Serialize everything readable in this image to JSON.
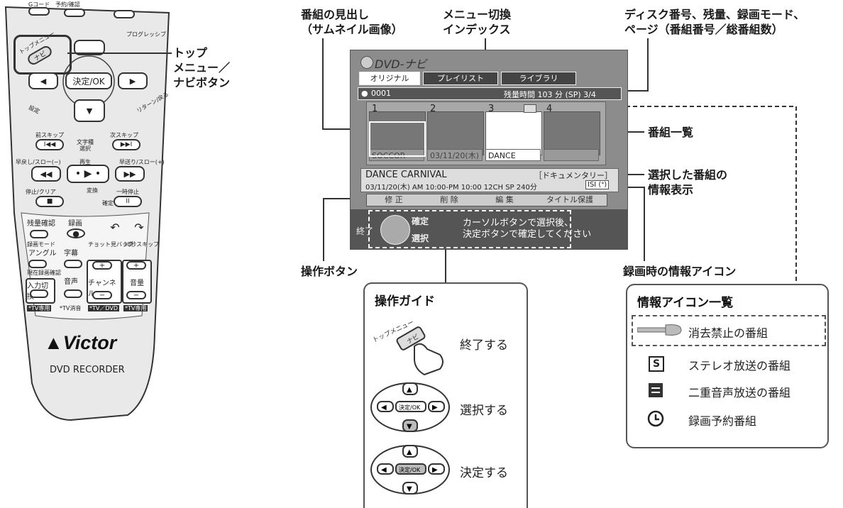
{
  "remote": {
    "labels": {
      "gcode": "Gコード",
      "yoyaku": "予約/確認",
      "progressive": "プログレッシブ",
      "top_menu": "トップメニュー",
      "navi": "ナビ",
      "ok": "決定/OK",
      "settei": "設定",
      "return": "リターン/戻る",
      "prev_skip": "前スキップ",
      "next_skip": "次スキップ",
      "moji_sentaku": "文字種\n選択",
      "slow_minus": "早戻し/スロー(−)",
      "play": "再生",
      "slow_plus": "早送り/スロー(+)",
      "stop_clear": "停止/クリア",
      "henkan": "変換",
      "pause": "一時停止",
      "kakutei": "確定",
      "zanryo": "残量確認",
      "rokuga": "録画",
      "rokuga_mode": "録画モード",
      "chotto_mi": "チョット見バック",
      "skip30": "30秒スキップ",
      "angle": "アングル",
      "jimaku": "字幕",
      "genzai": "現在録画確認",
      "nyuryoku": "入力切換",
      "onsei": "音声",
      "channel": "チャンネル",
      "volume": "音量",
      "tv_only1": "*TV専用",
      "tv_mute": "*TV消音",
      "tv_dvd": "*TV／DVD",
      "tv_only2": "*TV専用",
      "brand": "Victor",
      "model": "DVD RECORDER"
    }
  },
  "callouts": {
    "top_navi": "トップ\nメニュー／\nナビボタン",
    "thumb": "番組の見出し\n（サムネイル画像）",
    "menu_index": "メニュー切換\nインデックス",
    "disc_info": "ディスク番号、残量、録画モード、\nページ（番組番号／総番組数）",
    "program_list": "番組一覧",
    "selected_info": "選択した番組の\n情報表示",
    "op_buttons": "操作ボタン",
    "rec_icon": "録画時の情報アイコン"
  },
  "screen": {
    "title": "DVD-ナビ",
    "tabs": [
      "オリジナル",
      "プレイリスト",
      "ライブラリ"
    ],
    "disc_no": "0001",
    "remain": "残量時間 103 分 (SP) 3/4",
    "thumb_nums": [
      "1",
      "2",
      "3",
      "4"
    ],
    "thumb_labels": [
      "SOCCOR",
      "03/11/20(木)",
      "DANCE",
      ""
    ],
    "prog_title": "DANCE CARNIVAL",
    "prog_genre": "［ドキュメンタリー］",
    "prog_detail": "03/11/20(木)  AM 10:00-PM 10:00   12CH SP 240分",
    "prog_icons": "ISI (ᐤ)",
    "op_buttons": [
      "修 正",
      "削 除",
      "編 集",
      "タイトル保護"
    ],
    "guide_end": "終了",
    "guide_kakutei": "確定",
    "guide_sentaku": "選択",
    "guide_text": "カーソルボタンで選択後、\n決定ボタンで確定してください"
  },
  "op_guide": {
    "title": "操作ガイド",
    "rows": [
      {
        "key": "トップメニュー / ナビ",
        "label": "終了する"
      },
      {
        "key": "決定/OK",
        "label": "選択する"
      },
      {
        "key": "決定/OK",
        "label": "決定する"
      }
    ]
  },
  "icon_legend": {
    "title": "情報アイコン一覧",
    "rows": [
      {
        "icon": "key-icon",
        "label": "消去禁止の番組"
      },
      {
        "icon": "S",
        "label": "ステレオ放送の番組"
      },
      {
        "icon": "bilingual-icon",
        "label": "二重音声放送の番組"
      },
      {
        "icon": "timer-icon",
        "label": "録画予約番組"
      }
    ]
  }
}
